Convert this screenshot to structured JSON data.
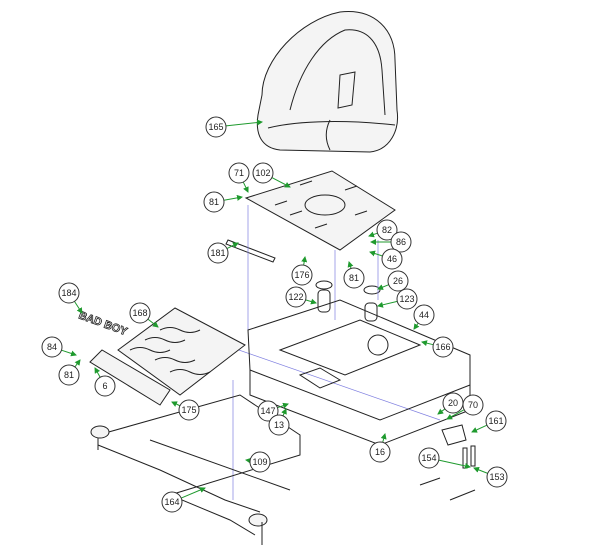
{
  "diagram": {
    "title": "Seat and seat mounting assembly exploded parts view",
    "accent_color": "#1f9a2e",
    "callouts": [
      "165",
      "71",
      "102",
      "81",
      "82",
      "86",
      "46",
      "181",
      "176",
      "81",
      "26",
      "122",
      "123",
      "184",
      "168",
      "44",
      "166",
      "84",
      "81",
      "6",
      "175",
      "147",
      "20",
      "70",
      "161",
      "13",
      "109",
      "16",
      "154",
      "153",
      "164"
    ],
    "logo_text": "BAD BOY"
  }
}
